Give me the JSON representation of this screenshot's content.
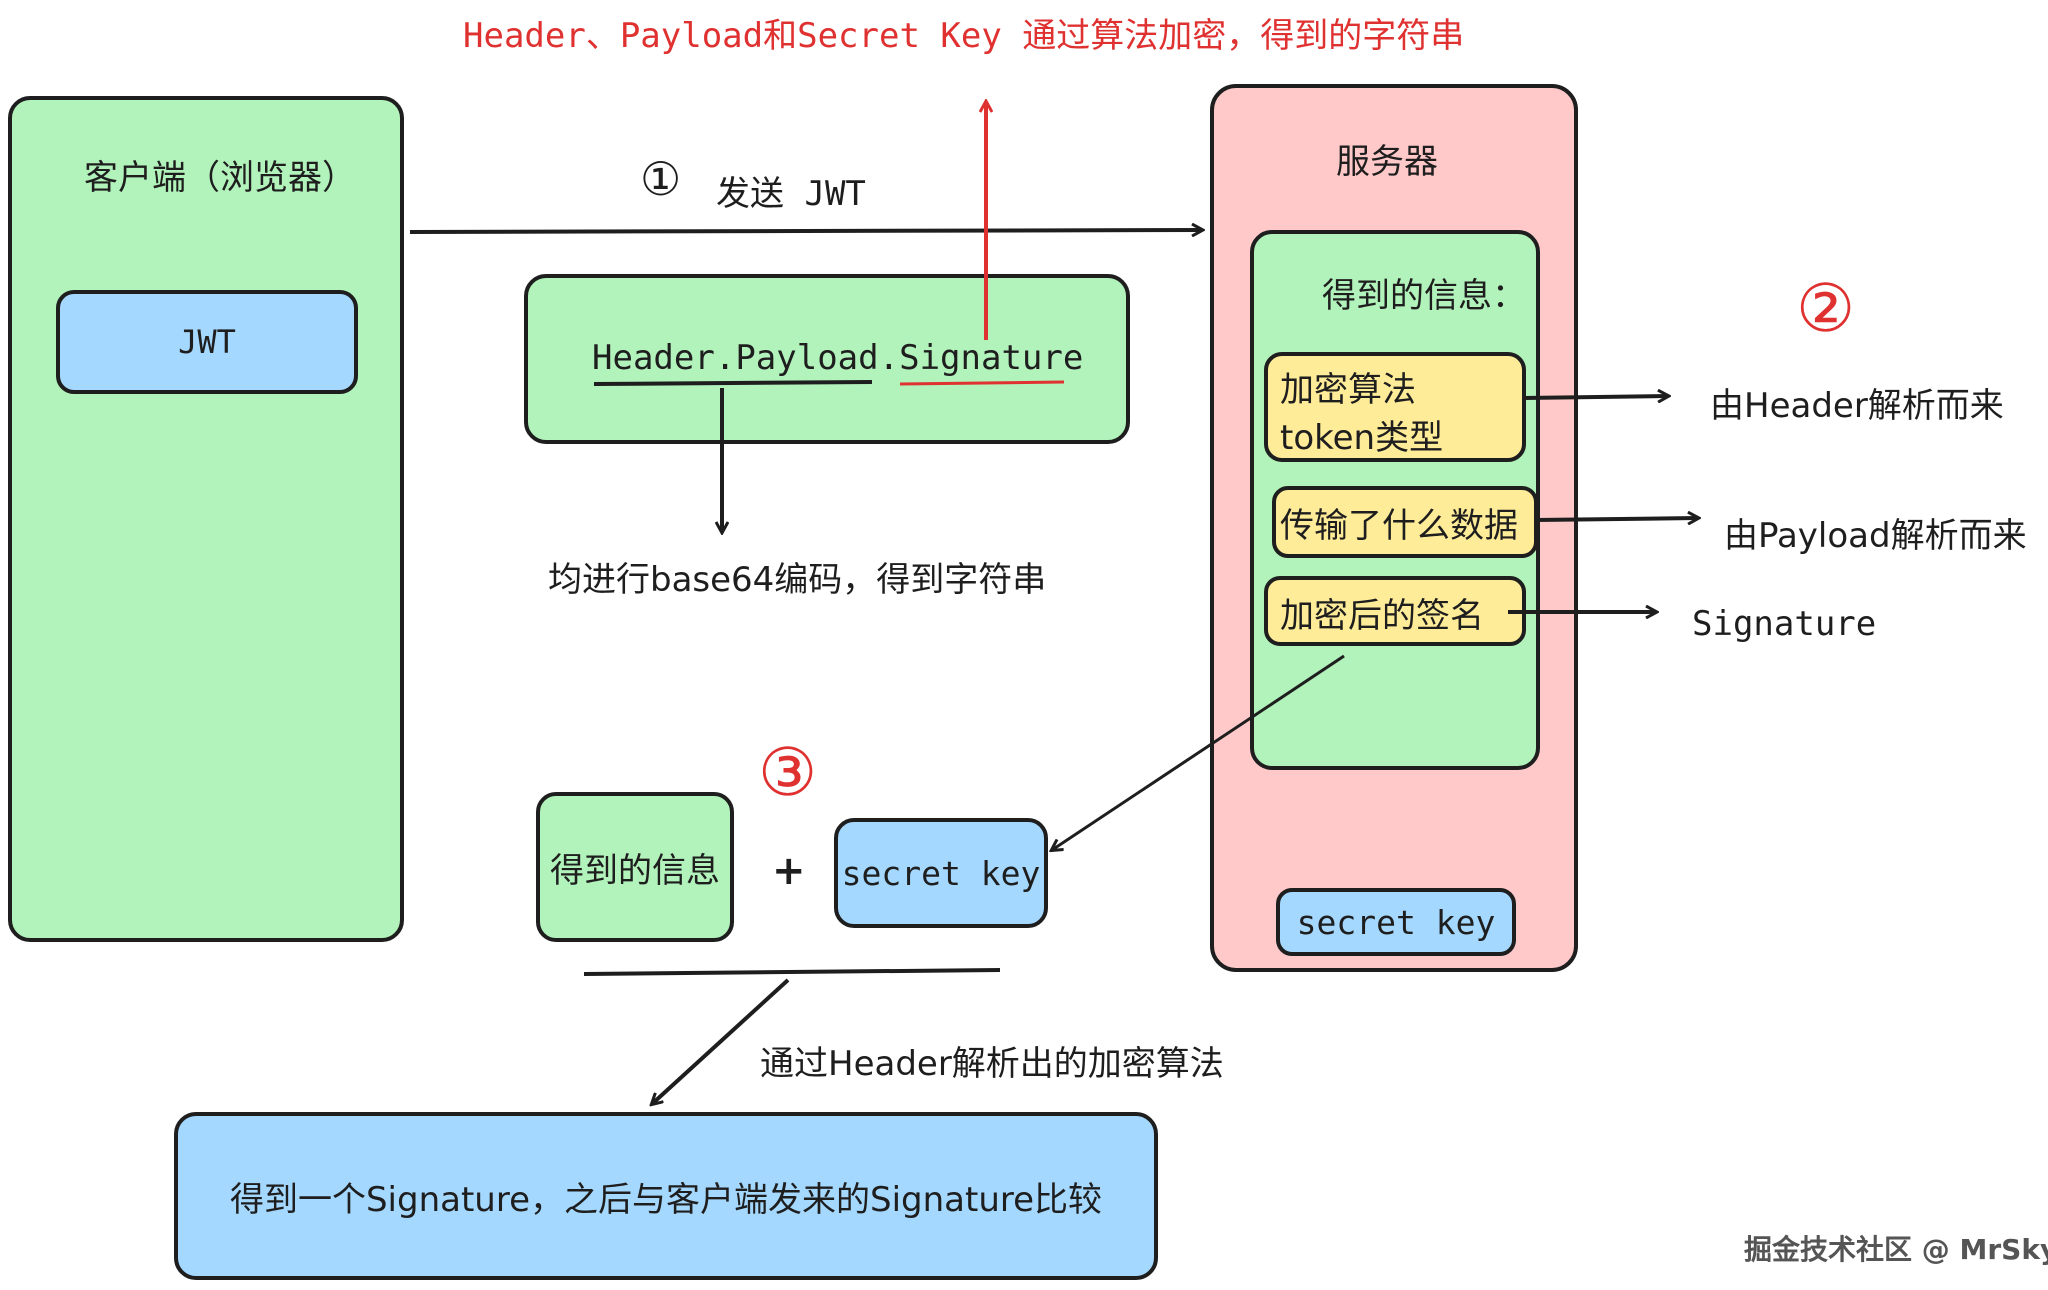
{
  "top_note": "Header、Payload和Secret Key 通过算法加密，得到的字符串",
  "client": {
    "title": "客户端（浏览器）",
    "jwt_label": "JWT"
  },
  "step1": {
    "num": "①",
    "label": "发送 JWT"
  },
  "jwt_string": {
    "part1": "Header",
    "dot1": ".",
    "part2": "Payload",
    "dot2": ".",
    "part3": "Signature"
  },
  "base64_note": "均进行base64编码，得到字符串",
  "server": {
    "title": "服务器",
    "info_title": "得到的信息：",
    "item1_line1": "加密算法",
    "item1_line2": "token类型",
    "item2": "传输了什么数据",
    "item3": "加密后的签名",
    "secret_key": "secret key"
  },
  "step2": {
    "num": "②",
    "from_header": "由Header解析而来",
    "from_payload": "由Payload解析而来",
    "signature": "Signature"
  },
  "step3": {
    "num": "③",
    "info_box": "得到的信息",
    "plus": "+",
    "secret_key": "secret key",
    "algo_note": "通过Header解析出的加密算法",
    "result": "得到一个Signature，之后与客户端发来的Signature比较"
  },
  "watermark": "掘金技术社区 @ MrSkye",
  "colors": {
    "green": "#b2f2bb",
    "blue": "#a5d8ff",
    "red_fill": "#ffc9c9",
    "yellow": "#ffec99",
    "stroke": "#1e1e1e",
    "accent_red": "#e03131"
  }
}
